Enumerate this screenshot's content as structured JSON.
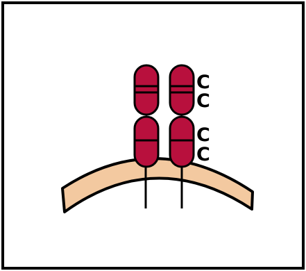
{
  "labels": [
    {
      "id": "label-c-1",
      "text": "C"
    },
    {
      "id": "label-c-2",
      "text": "C"
    },
    {
      "id": "label-c-3",
      "text": "C"
    },
    {
      "id": "label-c-4",
      "text": "C"
    }
  ],
  "colors": {
    "frame": "#000000",
    "membrane_fill": "#f3c9a0",
    "membrane_stroke": "#000000",
    "domain_fill": "#b8103d",
    "domain_stroke": "#000000",
    "label": "#000000"
  }
}
